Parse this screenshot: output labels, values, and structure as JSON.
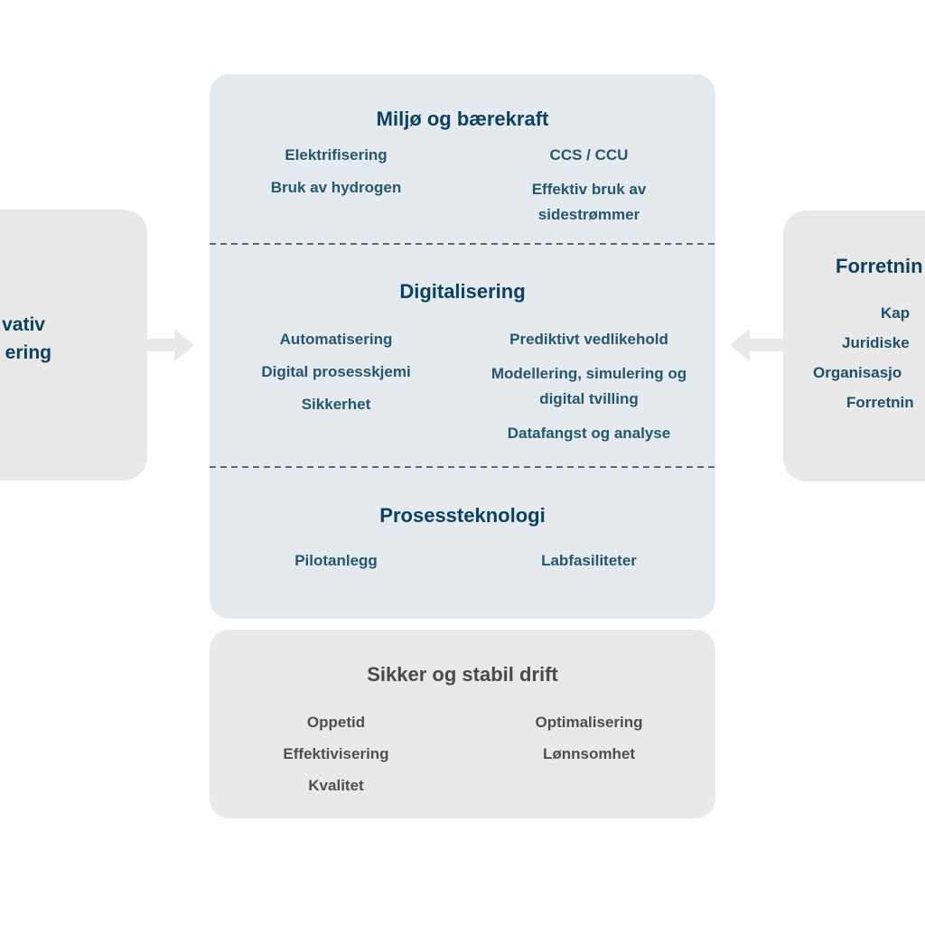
{
  "palette": {
    "tech_card_bg": "#e4eaee",
    "gray_card_bg": "#e9e9e9",
    "arrow": "#e9e9e9",
    "heading_navy": "#0d4161",
    "item_navy": "#27566f",
    "heading_gray": "#4a4a4a",
    "item_gray": "#4f4f4f",
    "divider": "#5c6b75"
  },
  "left_card": {
    "title_fragment_line1": "vativ",
    "title_fragment_line2": "ering"
  },
  "right_card": {
    "title_fragment": "Forretnin",
    "items": [
      "Kap",
      "Juridiske",
      "Organisasjo",
      "Forretnin"
    ]
  },
  "tech_card": {
    "sections": [
      {
        "title": "Miljø og bærekraft",
        "left_items": [
          "Elektrifisering",
          "Bruk av hydrogen"
        ],
        "right_items": [
          "CCS / CCU",
          "Effektiv bruk av\nsidestrømmer"
        ]
      },
      {
        "title": "Digitalisering",
        "left_items": [
          "Automatisering",
          "Digital prosesskjemi",
          "Sikkerhet"
        ],
        "right_items": [
          "Prediktivt vedlikehold",
          "Modellering, simulering og\ndigital tvilling",
          "Datafangst og analyse"
        ]
      },
      {
        "title": "Prosessteknologi",
        "left_items": [
          "Pilotanlegg"
        ],
        "right_items": [
          "Labfasiliteter"
        ]
      }
    ]
  },
  "ops_card": {
    "title": "Sikker og stabil drift",
    "left_items": [
      "Oppetid",
      "Effektivisering",
      "Kvalitet"
    ],
    "right_items": [
      "Optimalisering",
      "Lønnsomhet"
    ]
  }
}
